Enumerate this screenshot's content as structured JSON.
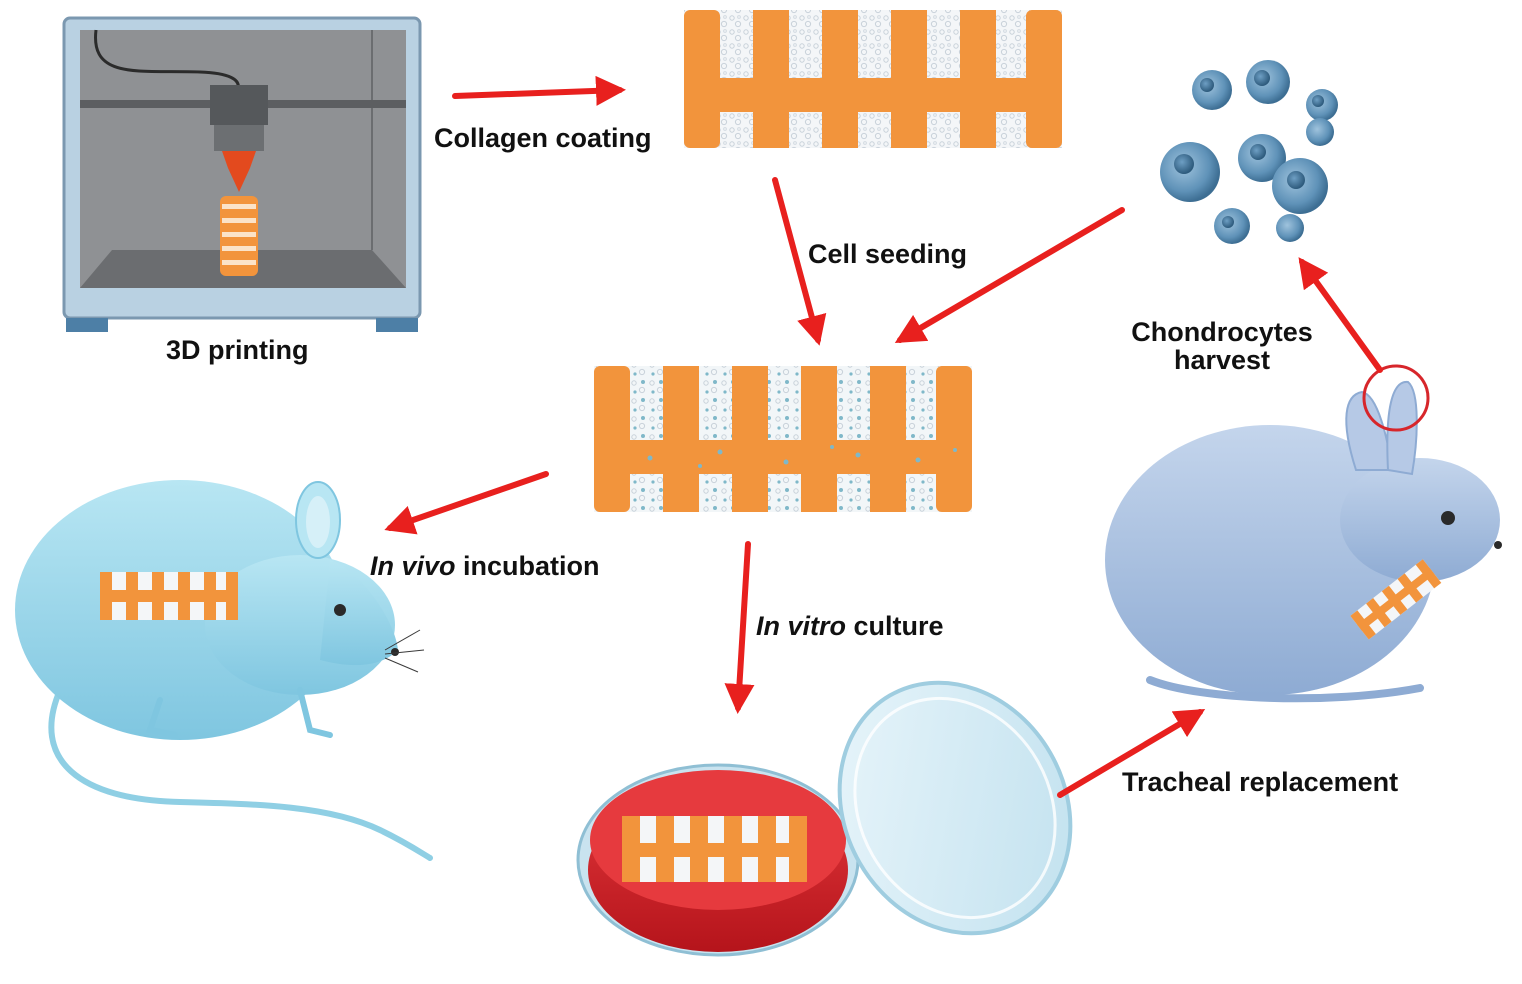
{
  "labels": {
    "printing": "3D printing",
    "collagen": "Collagen coating",
    "seeding": "Cell seeding",
    "chondro_line1": "Chondrocytes",
    "chondro_line2": "harvest",
    "invivo_italic": "In vivo",
    "invivo_rest": " incubation",
    "invitro_italic": "In vitro",
    "invitro_rest": " culture",
    "tracheal": "Tracheal replacement"
  },
  "colors": {
    "arrow": "#e8201e",
    "scaffold": "#f2943c",
    "scaffold_shadow": "#d9772a",
    "printer_frame": "#a9c4d8",
    "printer_inner": "#8d8f92",
    "mouse": "#9fd7ea",
    "rabbit": "#a9c1e0",
    "cells": "#4d7fa6",
    "medium": "#d8232a",
    "dish_lid": "#d4ecf6"
  },
  "icons": {
    "printer": "3d-printer-icon",
    "scaffold": "trachea-scaffold-icon",
    "cells": "chondrocyte-cells-icon",
    "mouse": "mouse-icon",
    "rabbit": "rabbit-icon",
    "dish": "petri-dish-icon"
  }
}
